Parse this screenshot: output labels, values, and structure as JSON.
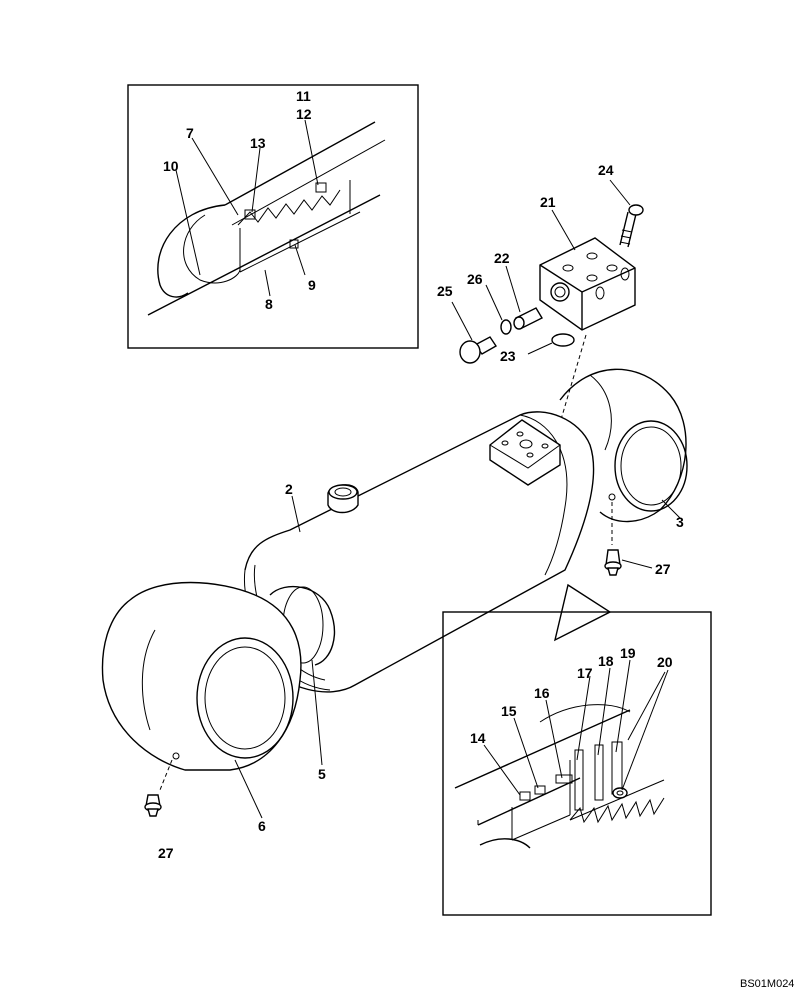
{
  "drawing_code": "BS01M024",
  "callouts": [
    {
      "id": "c11",
      "text": "11"
    },
    {
      "id": "c12",
      "text": "12"
    },
    {
      "id": "c7",
      "text": "7"
    },
    {
      "id": "c13",
      "text": "13"
    },
    {
      "id": "c10",
      "text": "10"
    },
    {
      "id": "c9",
      "text": "9"
    },
    {
      "id": "c8",
      "text": "8"
    },
    {
      "id": "c24",
      "text": "24"
    },
    {
      "id": "c21",
      "text": "21"
    },
    {
      "id": "c22",
      "text": "22"
    },
    {
      "id": "c26",
      "text": "26"
    },
    {
      "id": "c25",
      "text": "25"
    },
    {
      "id": "c23",
      "text": "23"
    },
    {
      "id": "c2",
      "text": "2"
    },
    {
      "id": "c3",
      "text": "3"
    },
    {
      "id": "c27a",
      "text": "27"
    },
    {
      "id": "c27b",
      "text": "27"
    },
    {
      "id": "c5",
      "text": "5"
    },
    {
      "id": "c6",
      "text": "6"
    },
    {
      "id": "c14",
      "text": "14"
    },
    {
      "id": "c15",
      "text": "15"
    },
    {
      "id": "c16",
      "text": "16"
    },
    {
      "id": "c17",
      "text": "17"
    },
    {
      "id": "c18",
      "text": "18"
    },
    {
      "id": "c19",
      "text": "19"
    },
    {
      "id": "c20",
      "text": "20"
    }
  ]
}
